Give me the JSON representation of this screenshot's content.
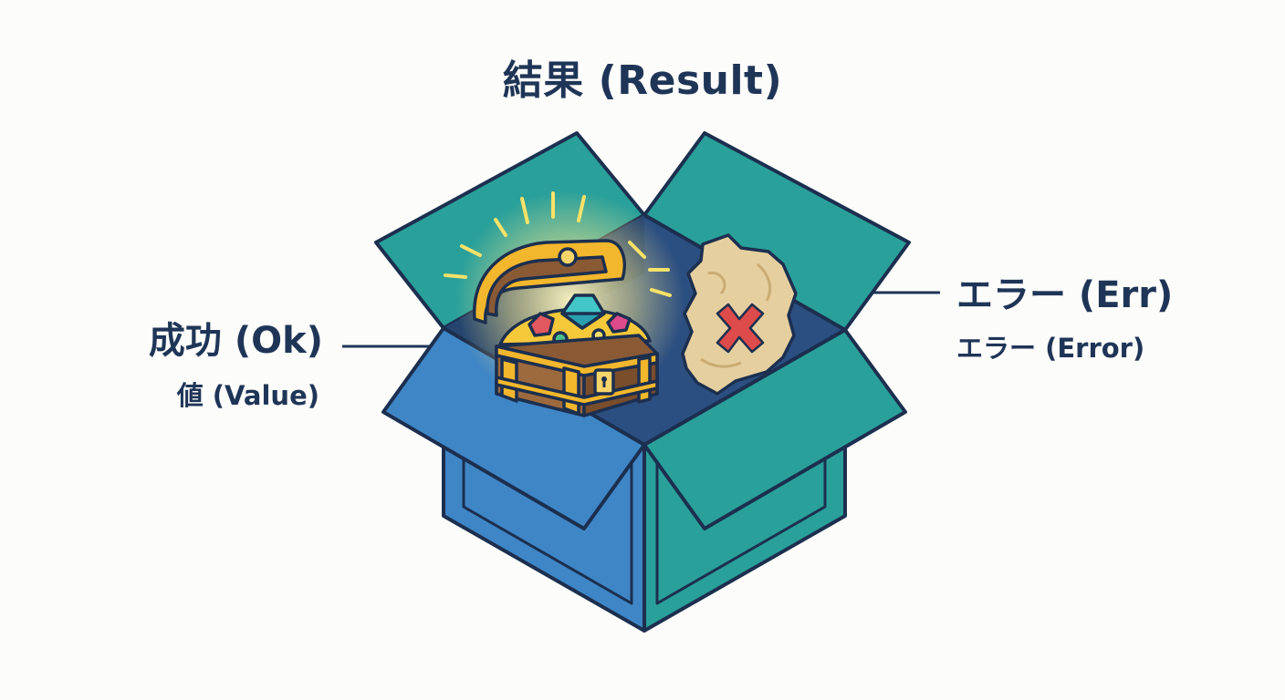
{
  "title": "結果 (Result)",
  "ok": {
    "label": "成功 (Ok)",
    "sublabel": "値 (Value)"
  },
  "err": {
    "label": "エラー (Err)",
    "sublabel": "エラー (Error)"
  },
  "colors": {
    "ink": "#1f3557",
    "box_blue": "#3f86c6",
    "box_teal": "#2aa09a",
    "box_interior": "#2c4f82",
    "chest_gold": "#f2b72c",
    "chest_wood": "#8a5a35",
    "scroll_parchment": "#e6cf9e",
    "error_x": "#de4b4b",
    "glow": "#fff3a6"
  },
  "icons": {
    "box": "open-box-icon",
    "treasure": "treasure-chest-icon",
    "error": "torn-paper-x-icon"
  }
}
